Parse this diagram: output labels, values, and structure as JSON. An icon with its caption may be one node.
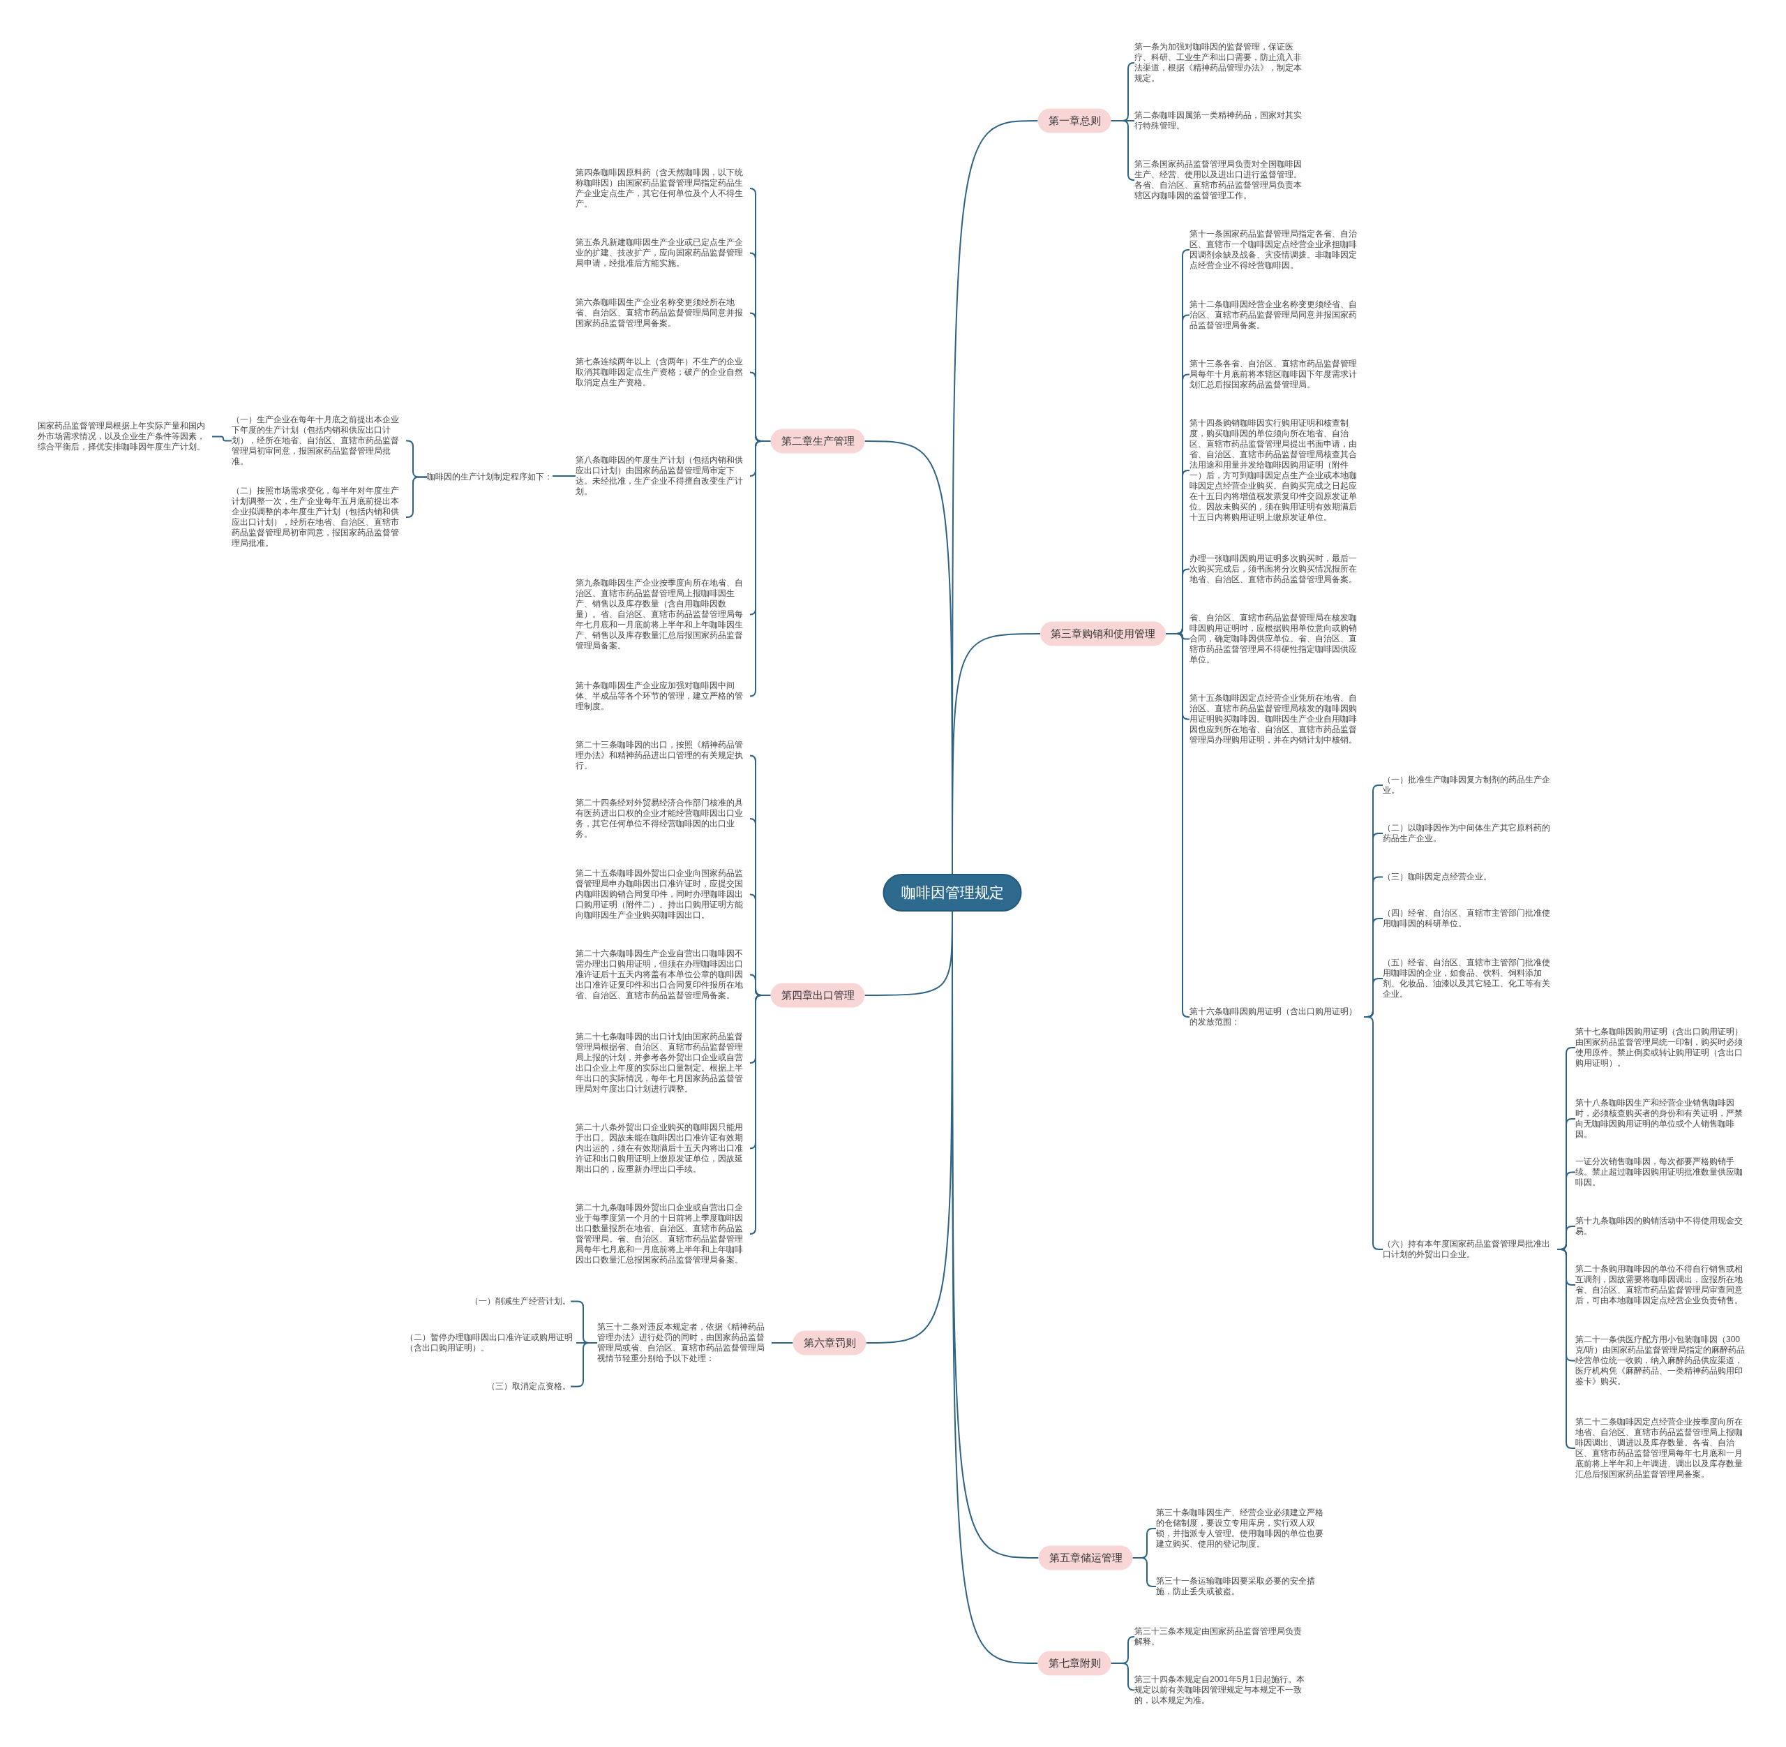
{
  "diagram": {
    "nodes": [
      {
        "text": [
          "咖啡因管理规定"
        ]
      },
      {
        "text": [
          "第一章总则"
        ]
      },
      {
        "text": [
          "第一条为加强对咖啡因的监督管理，保证医疗、科研、工业生产和出口需要，防止流入非法渠道，根据《精神药品管理办法》，制定本规定。"
        ]
      },
      {
        "text": [
          "第二条咖啡因属第一类精神药品，国家对其实行特殊管理。"
        ]
      },
      {
        "text": [
          "第三条国家药品监督管理局负责对全国咖啡因生产、经营、使用以及进出口进行监督管理。各省、自治区、直辖市药品监督管理局负责本辖区内咖啡因的监督管理工作。"
        ]
      },
      {
        "text": [
          "第二章生产管理"
        ]
      },
      {
        "text": [
          "第四条咖啡因原料药（含天然咖啡因，以下统称咖啡因）由国家药品监督管理局指定药品生产企业定点生产，其它任何单位及个人不得生产。"
        ]
      },
      {
        "text": [
          "第五条凡新建咖啡因生产企业或已定点生产企业的扩建、技改扩产，应向国家药品监督管理局申请，经批准后方能实施。"
        ]
      },
      {
        "text": [
          "第六条咖啡因生产企业名称变更须经所在地省、自治区、直辖市药品监督管理局同意并报国家药品监督管理局备案。"
        ]
      },
      {
        "text": [
          "第七条连续两年以上（含两年）不生产的企业取消其咖啡因定点生产资格；破产的企业自然取消定点生产资格。"
        ]
      },
      {
        "text": [
          "第八条咖啡因的年度生产计划（包括内销和供应出口计划）由国家药品监督管理局审定下达。未经批准，生产企业不得擅自改变生产计划。"
        ]
      },
      {
        "text": [
          "咖啡因的生产计划制定程序如下："
        ]
      },
      {
        "text": [
          "（一）生产企业在每年十月底之前提出本企业下年度的生产计划（包括内销和供应出口计划），经所在地省、自治区、直辖市药品监督管理局初审同意，报国家药品监督管理局批准。"
        ]
      },
      {
        "text": [
          "国家药品监督管理局根据上年实际产量和国内外市场需求情况，以及企业生产条件等因素，综合平衡后，择优安排咖啡因年度生产计划。"
        ]
      },
      {
        "text": [
          "（二）按照市场需求变化，每半年对年度生产计划调整一次，生产企业每年五月底前提出本企业拟调整的本年度生产计划（包括内销和供应出口计划），经所在地省、自治区、直辖市药品监督管理局初审同意，报国家药品监督管理局批准。"
        ]
      },
      {
        "text": [
          "第九条咖啡因生产企业按季度向所在地省、自治区、直辖市药品监督管理局上报咖啡因生产、销售以及库存数量（含自用咖啡因数量）。省、自治区、直辖市药品监督管理局每年七月底和一月底前将上半年和上年咖啡因生产、销售以及库存数量汇总后报国家药品监督管理局备案。"
        ]
      },
      {
        "text": [
          "第十条咖啡因生产企业应加强对咖啡因中间体、半成品等各个环节的管理，建立严格的管理制度。"
        ]
      },
      {
        "text": [
          "第三章购销和使用管理"
        ]
      },
      {
        "text": [
          "第十一条国家药品监督管理局指定各省、自治区、直辖市一个咖啡因定点经营企业承担咖啡因调剂余缺及战备、灾疫情调拨。非咖啡因定点经营企业不得经营咖啡因。"
        ]
      },
      {
        "text": [
          "第十二条咖啡因经营企业名称变更须经省、自治区、直辖市药品监督管理局同意并报国家药品监督管理局备案。"
        ]
      },
      {
        "text": [
          "第十三条各省、自治区、直辖市药品监督管理局每年十月底前将本辖区咖啡因下年度需求计划汇总后报国家药品监督管理局。"
        ]
      },
      {
        "text": [
          "第十四条购销咖啡因实行购用证明和核查制度，购买咖啡因的单位须向所在地省、自治区、直辖市药品监督管理局提出书面申请，由省、自治区、直辖市药品监督管理局核查其合法用途和用量并发给咖啡因购用证明（附件一）后，方可到咖啡因定点生产企业或本地咖啡因定点经营企业购买。自购买完成之日起应在十五日内将增值税发票复印件交回原发证单位。因故未购买的，须在购用证明有效期满后十五日内将购用证明上缴原发证单位。"
        ]
      },
      {
        "text": [
          "办理一张咖啡因购用证明多次购买时，最后一次购买完成后，须书面将分次购买情况报所在地省、自治区、直辖市药品监督管理局备案。"
        ]
      },
      {
        "text": [
          "省、自治区、直辖市药品监督管理局在核发咖啡因购用证明时，应根据购用单位意向或购销合同，确定咖啡因供应单位。省、自治区、直辖市药品监督管理局不得硬性指定咖啡因供应单位。"
        ]
      },
      {
        "text": [
          "第十五条咖啡因定点经营企业凭所在地省、自治区、直辖市药品监督管理局核发的咖啡因购用证明购买咖啡因。咖啡因生产企业自用咖啡因也应到所在地省、自治区、直辖市药品监督管理局办理购用证明，并在内销计划中核销。"
        ]
      },
      {
        "text": [
          "第十六条咖啡因购用证明（含出口购用证明）的发放范围："
        ]
      },
      {
        "text": [
          "（一）批准生产咖啡因复方制剂的药品生产企业。"
        ]
      },
      {
        "text": [
          "（二）以咖啡因作为中间体生产其它原料药的药品生产企业。"
        ]
      },
      {
        "text": [
          "（三）咖啡因定点经营企业。"
        ]
      },
      {
        "text": [
          "（四）经省、自治区、直辖市主管部门批准使用咖啡因的科研单位。"
        ]
      },
      {
        "text": [
          "（五）经省、自治区、直辖市主管部门批准使用咖啡因的企业，如食品、饮料、饲料添加剂、化妆品、油漆以及其它轻工、化工等有关企业。"
        ]
      },
      {
        "text": [
          "（六）持有本年度国家药品监督管理局批准出口计划的外贸出口企业。"
        ]
      },
      {
        "text": [
          "第十七条咖啡因购用证明（含出口购用证明）由国家药品监督管理局统一印制，购买时必须使用原件。禁止倒卖或转让购用证明（含出口购用证明）。"
        ]
      },
      {
        "text": [
          "第十八条咖啡因生产和经营企业销售咖啡因时，必须核查购买者的身份和有关证明，严禁向无咖啡因购用证明的单位或个人销售咖啡因。"
        ]
      },
      {
        "text": [
          "一证分次销售咖啡因，每次都要严格购销手续。禁止超过咖啡因购用证明批准数量供应咖啡因。"
        ]
      },
      {
        "text": [
          "第十九条咖啡因的购销活动中不得使用现金交易。"
        ]
      },
      {
        "text": [
          "第二十条购用咖啡因的单位不得自行销售或相互调剂，因故需要将咖啡因调出，应报所在地省、自治区、直辖市药品监督管理局审查同意后，可由本地咖啡因定点经营企业负责销售。"
        ]
      },
      {
        "text": [
          "第二十一条供医疗配方用小包装咖啡因（300克/听）由国家药品监督管理局指定的麻醉药品经营单位统一收购，纳入麻醉药品供应渠道，医疗机构凭《麻醉药品、一类精神药品购用印鉴卡》购买。"
        ]
      },
      {
        "text": [
          "第二十二条咖啡因定点经营企业按季度向所在地省、自治区、直辖市药品监督管理局上报咖啡因调出、调进以及库存数量。各省、自治区、直辖市药品监督管理局每年七月底和一月底前将上半年和上年调进、调出以及库存数量汇总后报国家药品监督管理局备案。"
        ]
      },
      {
        "text": [
          "第四章出口管理"
        ]
      },
      {
        "text": [
          "第二十三条咖啡因的出口，按照《精神药品管理办法》和精神药品进出口管理的有关规定执行。"
        ]
      },
      {
        "text": [
          "第二十四条经对外贸易经济合作部门核准的具有医药进出口权的企业才能经营咖啡因出口业务，其它任何单位不得经营咖啡因的出口业务。"
        ]
      },
      {
        "text": [
          "第二十五条咖啡因外贸出口企业向国家药品监督管理局申办咖啡因出口准许证时，应提交国内咖啡因购销合同复印件，同时办理咖啡因出口购用证明（附件二）。持出口购用证明方能向咖啡因生产企业购买咖啡因出口。"
        ]
      },
      {
        "text": [
          "第二十六条咖啡因生产企业自营出口咖啡因不需办理出口购用证明，但须在办理咖啡因出口准许证后十五天内将盖有本单位公章的咖啡因出口准许证复印件和出口合同复印件报所在地省、自治区、直辖市药品监督管理局备案。"
        ]
      },
      {
        "text": [
          "第二十七条咖啡因的出口计划由国家药品监督管理局根据省、自治区、直辖市药品监督管理局上报的计划，并参考各外贸出口企业或自营出口企业上年度的实际出口量制定。根据上半年出口的实际情况，每年七月国家药品监督管理局对年度出口计划进行调整。"
        ]
      },
      {
        "text": [
          "第二十八条外贸出口企业购买的咖啡因只能用于出口。因故未能在咖啡因出口准许证有效期内出运的，须在有效期满后十五天内将出口准许证和出口购用证明上缴原发证单位，因故延期出口的，应重新办理出口手续。"
        ]
      },
      {
        "text": [
          "第二十九条咖啡因外贸出口企业或自营出口企业于每季度第一个月的十日前将上季度咖啡因出口数量报所在地省、自治区、直辖市药品监督管理局。省、自治区、直辖市药品监督管理局每年七月底和一月底前将上半年和上年咖啡因出口数量汇总报国家药品监督管理局备案。"
        ]
      },
      {
        "text": [
          "第五章储运管理"
        ]
      },
      {
        "text": [
          "第三十条咖啡因生产、经营企业必须建立严格的仓储制度，要设立专用库房，实行双人双锁，并指派专人管理。使用咖啡因的单位也要建立购买、使用的登记制度。"
        ]
      },
      {
        "text": [
          "第三十一条运输咖啡因要采取必要的安全措施，防止丢失或被盗。"
        ]
      },
      {
        "text": [
          "第六章罚则"
        ]
      },
      {
        "text": [
          "第三十二条对违反本规定者，依据《精神药品管理办法》进行处罚的同时，由国家药品监督管理局或省、自治区、直辖市药品监督管理局视情节轻重分别给予以下处理："
        ]
      },
      {
        "text": [
          "（一）削减生产经营计划。"
        ]
      },
      {
        "text": [
          "（二）暂停办理咖啡因出口准许证或购用证明（含出口购用证明）。"
        ]
      },
      {
        "text": [
          "（三）取消定点资格。"
        ]
      },
      {
        "text": [
          "第七章附则"
        ]
      },
      {
        "text": [
          "第三十三条本规定由国家药品监督管理局负责解释。"
        ]
      },
      {
        "text": [
          "第三十四条本规定自2001年5月1日起施行。本规定以前有关咖啡因管理规定与本规定不一致的，以本规定为准。"
        ]
      }
    ],
    "edges": [
      {
        "from": 0,
        "to": 1,
        "arrow": "none"
      },
      {
        "from": 1,
        "to": 2,
        "arrow": "none"
      },
      {
        "from": 1,
        "to": 3,
        "arrow": "none"
      },
      {
        "from": 1,
        "to": 4,
        "arrow": "none"
      },
      {
        "from": 0,
        "to": 5,
        "arrow": "none"
      },
      {
        "from": 5,
        "to": 6,
        "arrow": "none"
      },
      {
        "from": 5,
        "to": 7,
        "arrow": "none"
      },
      {
        "from": 5,
        "to": 8,
        "arrow": "none"
      },
      {
        "from": 5,
        "to": 9,
        "arrow": "none"
      },
      {
        "from": 5,
        "to": 10,
        "arrow": "none"
      },
      {
        "from": 10,
        "to": 11,
        "arrow": "none"
      },
      {
        "from": 11,
        "to": 12,
        "arrow": "none"
      },
      {
        "from": 12,
        "to": 13,
        "arrow": "none"
      },
      {
        "from": 11,
        "to": 14,
        "arrow": "none"
      },
      {
        "from": 5,
        "to": 15,
        "arrow": "none"
      },
      {
        "from": 5,
        "to": 16,
        "arrow": "none"
      },
      {
        "from": 0,
        "to": 17,
        "arrow": "none"
      },
      {
        "from": 17,
        "to": 18,
        "arrow": "none"
      },
      {
        "from": 17,
        "to": 19,
        "arrow": "none"
      },
      {
        "from": 17,
        "to": 20,
        "arrow": "none"
      },
      {
        "from": 17,
        "to": 21,
        "arrow": "none"
      },
      {
        "from": 17,
        "to": 22,
        "arrow": "none"
      },
      {
        "from": 17,
        "to": 23,
        "arrow": "none"
      },
      {
        "from": 17,
        "to": 24,
        "arrow": "none"
      },
      {
        "from": 17,
        "to": 25,
        "arrow": "none"
      },
      {
        "from": 25,
        "to": 26,
        "arrow": "none"
      },
      {
        "from": 25,
        "to": 27,
        "arrow": "none"
      },
      {
        "from": 25,
        "to": 28,
        "arrow": "none"
      },
      {
        "from": 25,
        "to": 29,
        "arrow": "none"
      },
      {
        "from": 25,
        "to": 30,
        "arrow": "none"
      },
      {
        "from": 25,
        "to": 31,
        "arrow": "none"
      },
      {
        "from": 31,
        "to": 32,
        "arrow": "none"
      },
      {
        "from": 31,
        "to": 33,
        "arrow": "none"
      },
      {
        "from": 31,
        "to": 34,
        "arrow": "none"
      },
      {
        "from": 31,
        "to": 35,
        "arrow": "none"
      },
      {
        "from": 31,
        "to": 36,
        "arrow": "none"
      },
      {
        "from": 31,
        "to": 37,
        "arrow": "none"
      },
      {
        "from": 31,
        "to": 38,
        "arrow": "none"
      },
      {
        "from": 0,
        "to": 39,
        "arrow": "none"
      },
      {
        "from": 39,
        "to": 40,
        "arrow": "none"
      },
      {
        "from": 39,
        "to": 41,
        "arrow": "none"
      },
      {
        "from": 39,
        "to": 42,
        "arrow": "none"
      },
      {
        "from": 39,
        "to": 43,
        "arrow": "none"
      },
      {
        "from": 39,
        "to": 44,
        "arrow": "none"
      },
      {
        "from": 39,
        "to": 45,
        "arrow": "none"
      },
      {
        "from": 39,
        "to": 46,
        "arrow": "none"
      },
      {
        "from": 0,
        "to": 47,
        "arrow": "none"
      },
      {
        "from": 47,
        "to": 48,
        "arrow": "none"
      },
      {
        "from": 47,
        "to": 49,
        "arrow": "none"
      },
      {
        "from": 0,
        "to": 50,
        "arrow": "none"
      },
      {
        "from": 50,
        "to": 51,
        "arrow": "none"
      },
      {
        "from": 51,
        "to": 52,
        "arrow": "none"
      },
      {
        "from": 51,
        "to": 53,
        "arrow": "none"
      },
      {
        "from": 51,
        "to": 54,
        "arrow": "none"
      },
      {
        "from": 0,
        "to": 55,
        "arrow": "none"
      },
      {
        "from": 55,
        "to": 56,
        "arrow": "none"
      },
      {
        "from": 55,
        "to": 57,
        "arrow": "none"
      }
    ]
  }
}
